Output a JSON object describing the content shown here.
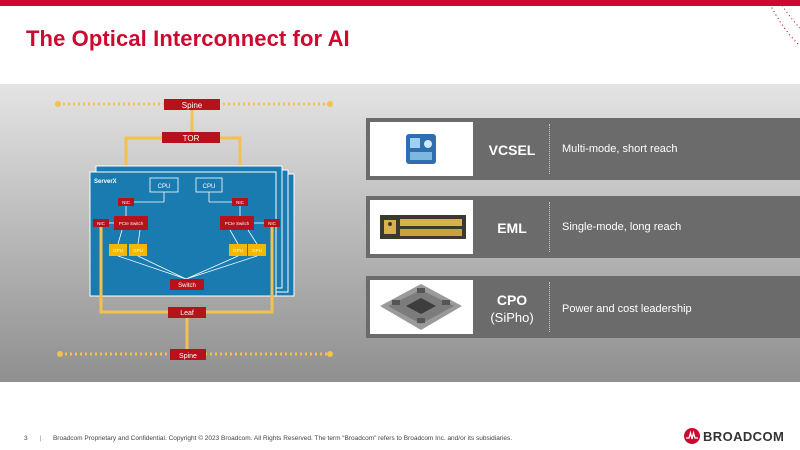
{
  "slide": {
    "title": "The Optical Interconnect for AI",
    "page_number": "3",
    "footer_text": "Broadcom Proprietary and Confidential.  Copyright © 2023 Broadcom.  All Rights Reserved. The term “Broadcom” refers to Broadcom Inc. and/or its subsidiaries.",
    "logo_text": "BROADCOM",
    "colors": {
      "accent": "#cc092f",
      "server_blue": "#1a7bb0",
      "link_gold": "#f2c14e",
      "card_gray": "#6b6b6b"
    }
  },
  "diagram": {
    "spine_top": "Spine",
    "tor": "TOR",
    "server_label": "ServerX",
    "cpu_left": "CPU",
    "cpu_right": "CPU",
    "nic_tl": "NIC",
    "nic_tr": "NIC",
    "nic_left": "NIC",
    "nic_right": "NIC",
    "pcie_left": "PCIe Switch",
    "pcie_right": "PCIe Switch",
    "gpu_1": "GPU",
    "gpu_2": "GPU",
    "gpu_3": "GPU",
    "gpu_4": "GPU",
    "switch": "Switch",
    "leaf": "Leaf",
    "spine_bottom": "Spine"
  },
  "technologies": [
    {
      "name": "VCSEL",
      "sub": "",
      "description": "Multi-mode, short reach",
      "icon": "vcsel-chip-icon"
    },
    {
      "name": "EML",
      "sub": "",
      "description": "Single-mode, long reach",
      "icon": "eml-laser-icon"
    },
    {
      "name": "CPO",
      "sub": "(SiPho)",
      "description": "Power and cost leadership",
      "icon": "cpo-package-icon"
    }
  ]
}
